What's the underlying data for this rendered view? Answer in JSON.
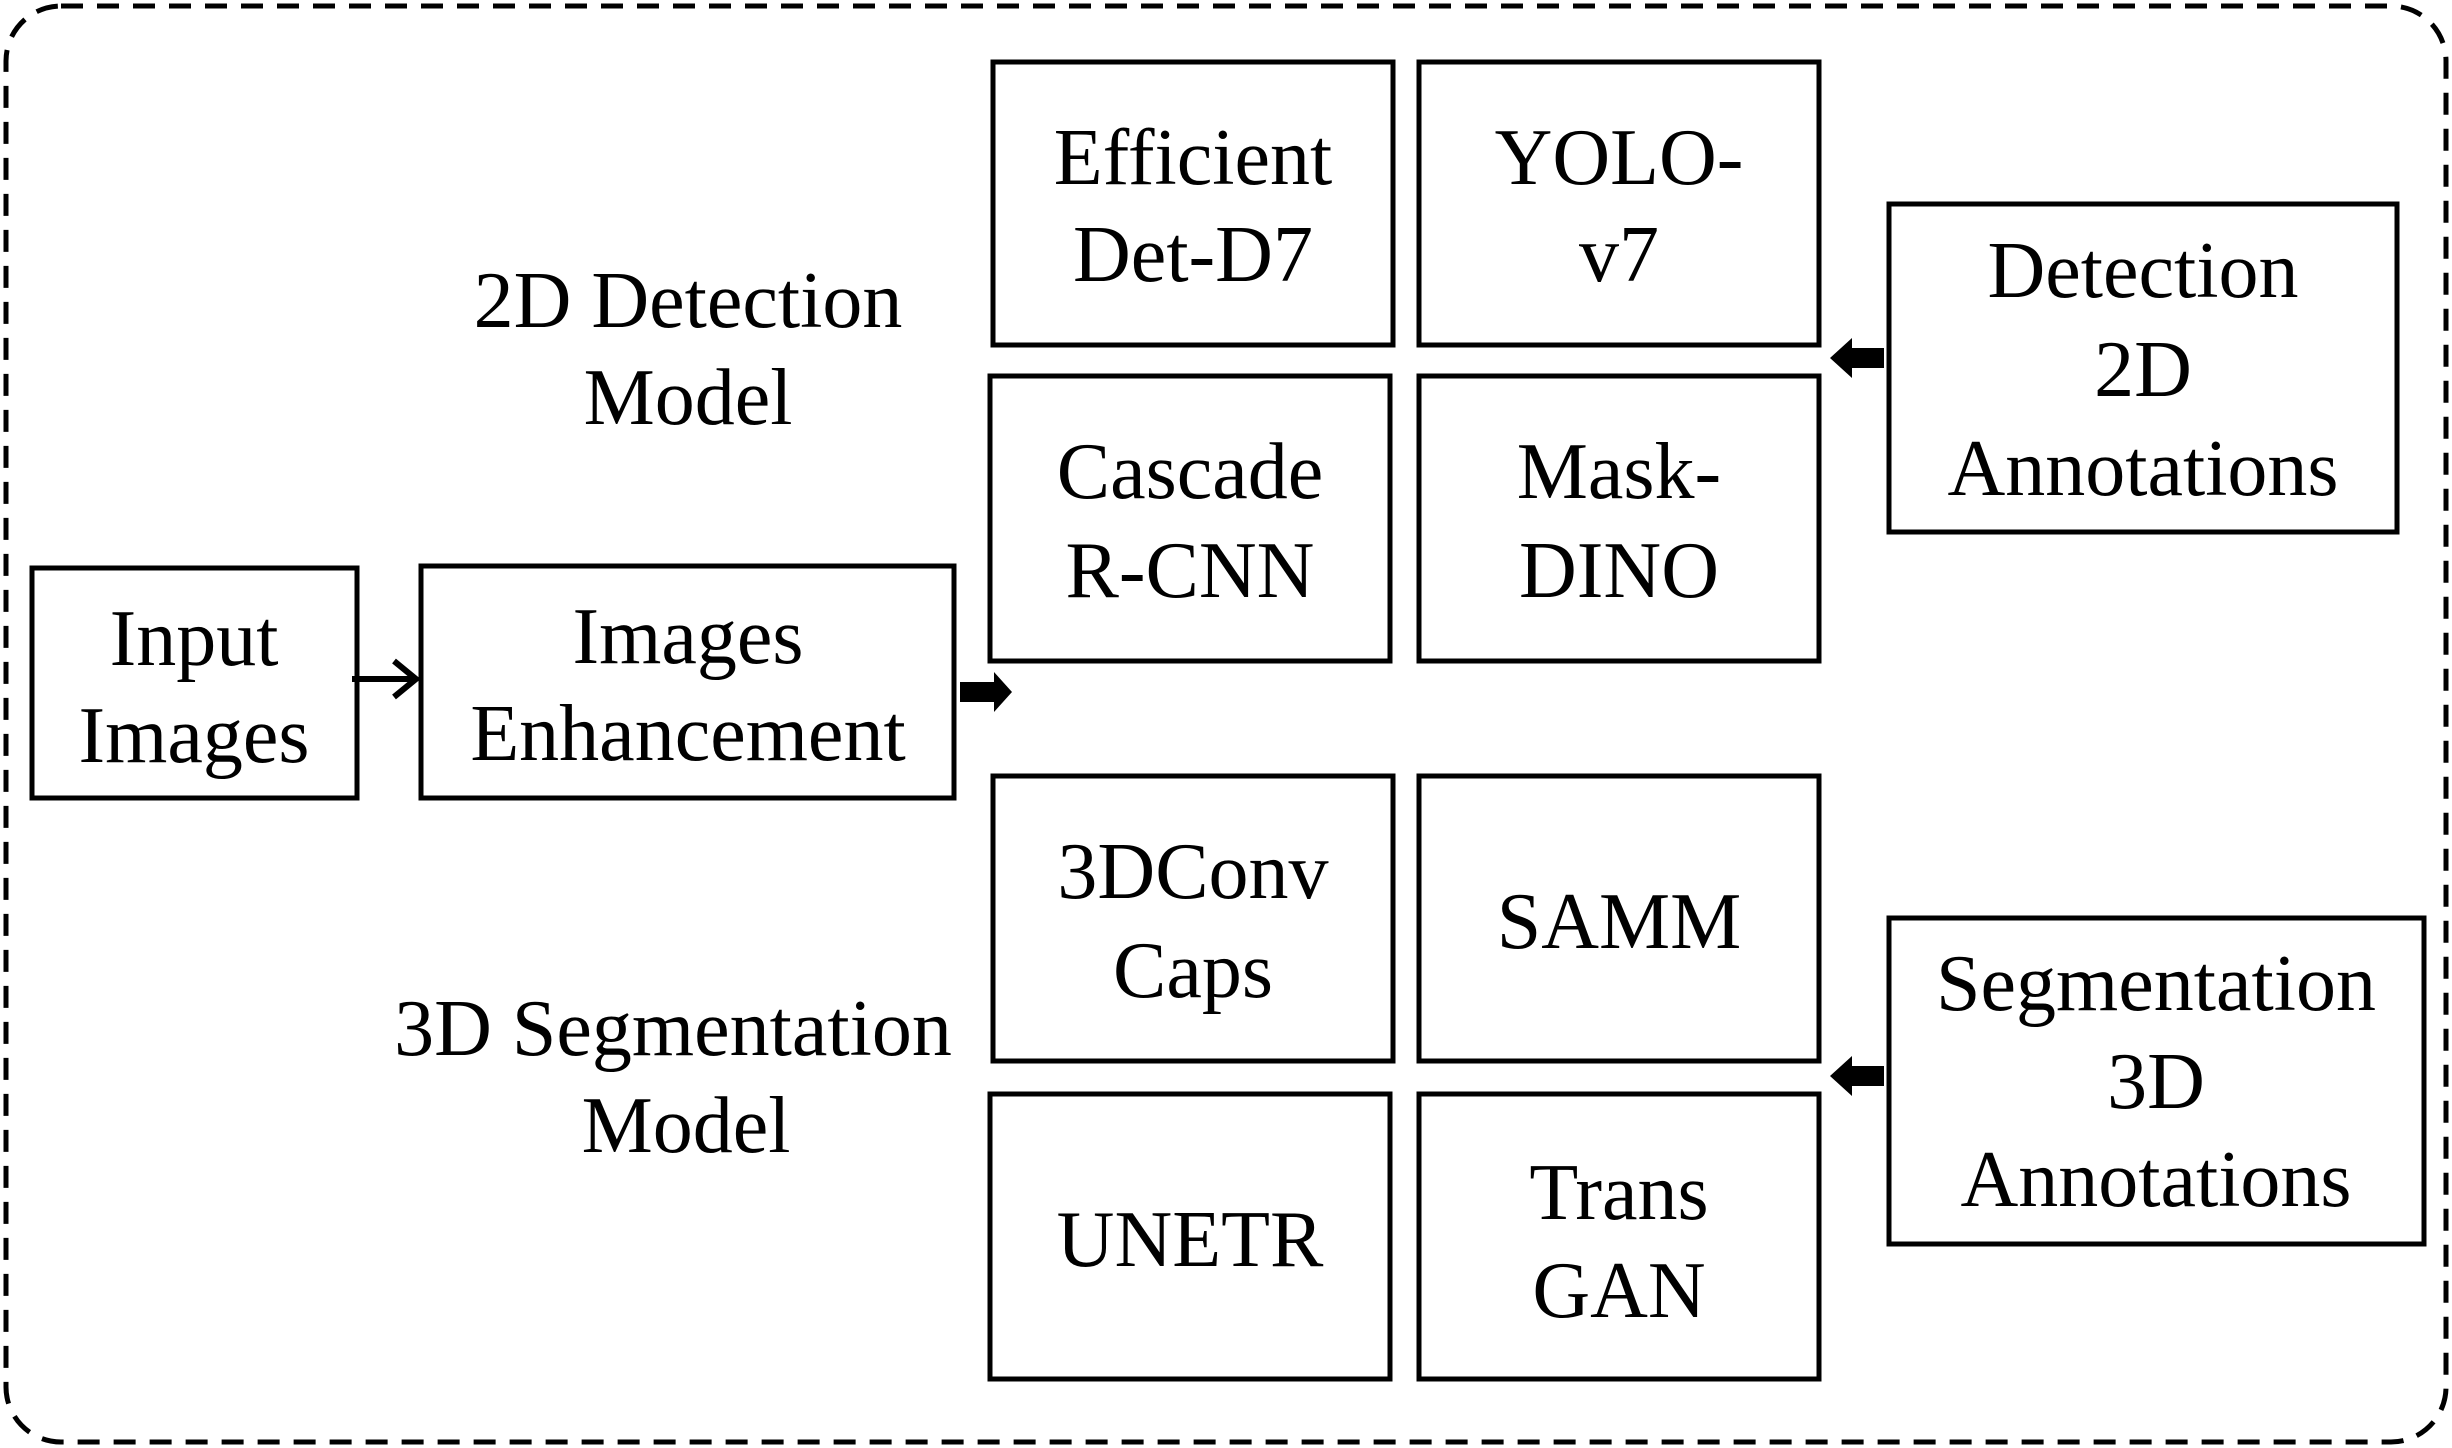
{
  "input": {
    "line1": "Input",
    "line2": "Images"
  },
  "enhancement": {
    "line1": "Images",
    "line2": "Enhancement"
  },
  "detection_group": {
    "label_line1": "2D Detection",
    "label_line2": "Model",
    "models": [
      {
        "line1": "Efficient",
        "line2": "Det-D7"
      },
      {
        "line1": "YOLO-",
        "line2": "v7"
      },
      {
        "line1": "Cascade",
        "line2": "R-CNN"
      },
      {
        "line1": "Mask-",
        "line2": "DINO"
      }
    ],
    "annotations": {
      "line1": "Detection",
      "line2": "2D",
      "line3": "Annotations"
    }
  },
  "segmentation_group": {
    "label_line1": "3D Segmentation",
    "label_line2": "Model",
    "models": [
      {
        "line1": "3DConv",
        "line2": "Caps"
      },
      {
        "line1": "SAMM"
      },
      {
        "line1": "UNETR"
      },
      {
        "line1": "Trans",
        "line2": "GAN"
      }
    ],
    "annotations": {
      "line1": "Segmentation",
      "line2": "3D",
      "line3": "Annotations"
    }
  }
}
